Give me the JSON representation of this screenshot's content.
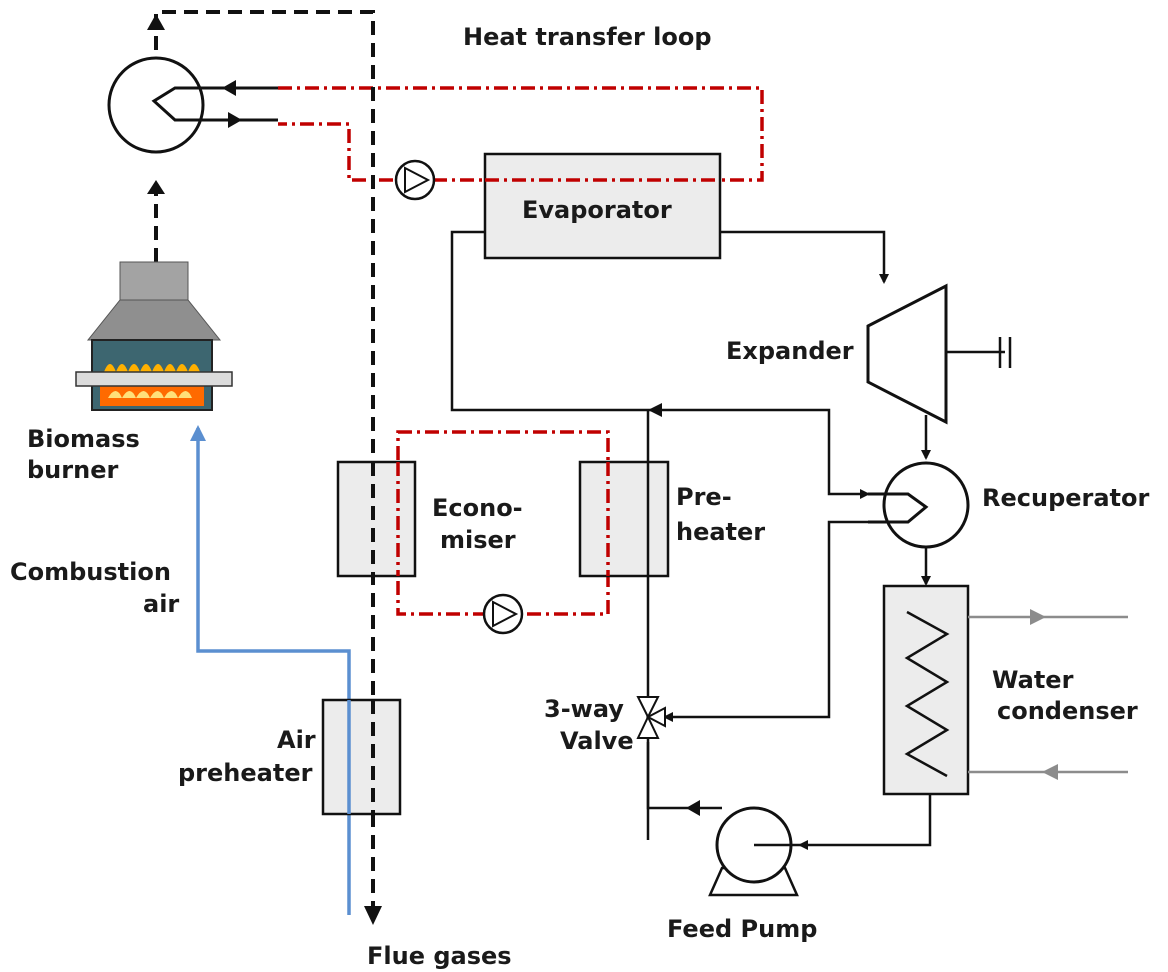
{
  "labels": {
    "heat_transfer_loop": "Heat transfer loop",
    "evaporator": "Evaporator",
    "expander": "Expander",
    "recuperator": "Recuperator",
    "biomass": "Biomass",
    "burner": "burner",
    "econo": "Econo-",
    "miser": "miser",
    "pre": "Pre-",
    "heater": "heater",
    "combustion": "Combustion",
    "air": "air",
    "water": "Water",
    "condenser": "condenser",
    "three_way": "3-way",
    "valve": "Valve",
    "air_pre": "Air",
    "preheater": "preheater",
    "feed_pump": "Feed Pump",
    "flue_gases": "Flue gases"
  },
  "colors": {
    "heat_loop": "#c00000",
    "combustion_air": "#5b8fd0",
    "line": "#111111",
    "box_fill": "#ececec",
    "cooling_water": "#8c8c8c",
    "burner_hood": "#9a9a9a",
    "burner_body": "#3d6670",
    "flame": "#ff6a00"
  },
  "icons": [
    "heat-exchanger-circle-icon",
    "pump-icon",
    "valve-icon",
    "expander-turbine-icon",
    "burner-icon",
    "condenser-coil-icon"
  ]
}
